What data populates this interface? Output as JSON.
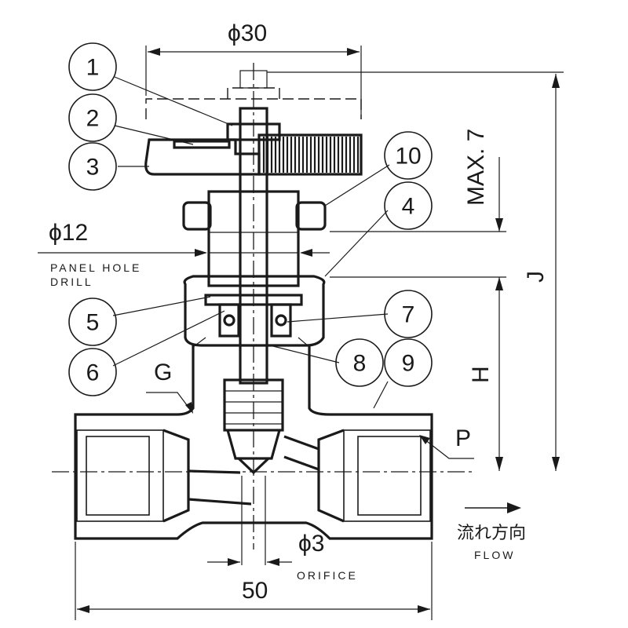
{
  "dimensions": {
    "top_diameter": "ϕ30",
    "panel_hole_diameter": "ϕ12",
    "panel_hole_line1": "PANEL HOLE",
    "panel_hole_line2": "DRILL",
    "stroke": "MAX. 7",
    "overall_height": "J",
    "height_h": "H",
    "thread_g": "G",
    "port_p": "P",
    "orifice_diameter": "ϕ3",
    "orifice_label": "ORIFICE",
    "length": "50"
  },
  "flow": {
    "label_jp": "流れ方向",
    "label_en": "FLOW"
  },
  "parts": [
    "1",
    "2",
    "3",
    "4",
    "5",
    "6",
    "7",
    "8",
    "9",
    "10"
  ]
}
